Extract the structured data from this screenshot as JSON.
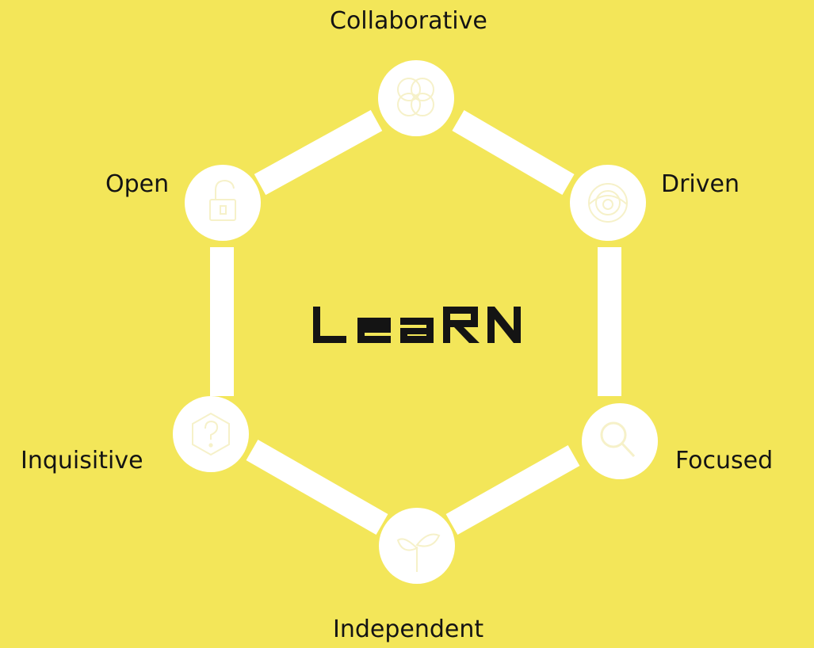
{
  "title": "LEARN",
  "colors": {
    "background": "#f3e659",
    "connector": "#ffffff",
    "node_fill": "#ffffff",
    "icon_stroke": "#f6f1c9",
    "text": "#141414"
  },
  "nodes": [
    {
      "id": "collaborative",
      "label": "Collaborative",
      "icon": "overlapping-circles-icon"
    },
    {
      "id": "driven",
      "label": "Driven",
      "icon": "eye-target-icon"
    },
    {
      "id": "focused",
      "label": "Focused",
      "icon": "magnifier-icon"
    },
    {
      "id": "independent",
      "label": "Independent",
      "icon": "sprout-icon"
    },
    {
      "id": "inquisitive",
      "label": "Inquisitive",
      "icon": "question-hexagon-icon"
    },
    {
      "id": "open",
      "label": "Open",
      "icon": "unlocked-padlock-icon"
    }
  ]
}
